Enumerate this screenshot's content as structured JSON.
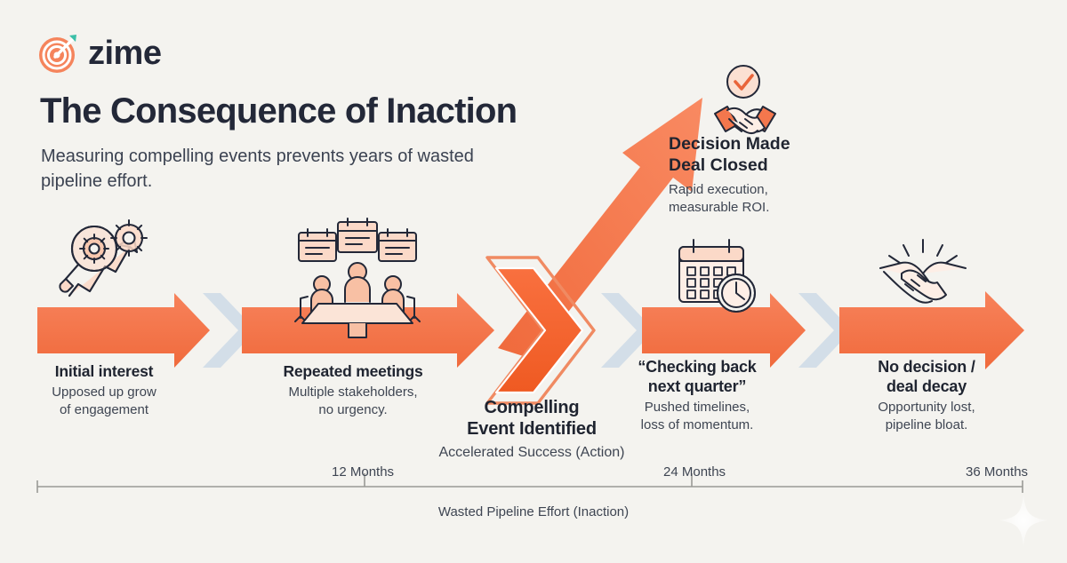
{
  "brand": {
    "name": "zime",
    "logo_icon": "bullseye-target-icon",
    "accent": "#f4774d",
    "accent_dark": "#f2602a",
    "accent_light": "#fbd9c8",
    "teal": "#3bbfa8",
    "ink": "#232838",
    "background": "#f4f3ef",
    "separator": "#d3dee8"
  },
  "header": {
    "title": "The Consequence of Inaction",
    "subtitle": "Measuring compelling events prevents years of wasted pipeline effort."
  },
  "stages": [
    {
      "id": "initial-interest",
      "title": "Initial interest",
      "description": "Upposed up grow\nof engagement",
      "desc_line_1": "Upposed up grow",
      "desc_line_2": "of engagement",
      "icon": "magnifier-gears-growth-arrow-icon"
    },
    {
      "id": "repeated-meetings",
      "title": "Repeated meetings",
      "description": "Multiple stakeholders,\nno urgency.",
      "desc_line_1": "Multiple stakeholders,",
      "desc_line_2": "no urgency.",
      "icon": "meeting-table-calendars-icon"
    },
    {
      "id": "compelling-event",
      "title_line_1": "Compelling",
      "title_line_2": "Event Identified",
      "title": "Compelling Event Identified",
      "description": "Accelerated Success (Action)",
      "icon": "double-chevron-icon"
    },
    {
      "id": "checking-back",
      "title_line_1": "“Checking back",
      "title_line_2": "next quarter”",
      "title": "“Checking back next quarter”",
      "description": "Pushed timelines,\nloss of momentum.",
      "desc_line_1": "Pushed timelines,",
      "desc_line_2": "loss of momentum.",
      "icon": "calendar-clock-icon"
    },
    {
      "id": "no-decision",
      "title_line_1": "No decision /",
      "title_line_2": "deal decay",
      "title": "No decision / deal decay",
      "description": "Opportunity lost,\npipeline bloat.",
      "desc_line_1": "Opportunity lost,",
      "desc_line_2": "pipeline bloat.",
      "icon": "broken-handshake-icon"
    }
  ],
  "success_branch": {
    "id": "decision-made-deal-closed",
    "title_line_1": "Decision Made",
    "title_line_2": "Deal Closed",
    "title": "Decision Made Deal Closed",
    "desc_line_1": "Rapid execution,",
    "desc_line_2": "measurable ROI.",
    "description": "Rapid execution, measurable ROI.",
    "icon": "handshake-check-icon",
    "arrow_icon": "diagonal-up-arrow-icon"
  },
  "axis": {
    "ticks": [
      {
        "label": "12 Months",
        "value": 12
      },
      {
        "label": "24 Months",
        "value": 24
      },
      {
        "label": "36 Months",
        "value": 36
      }
    ],
    "caption": "Wasted Pipeline Effort (Inaction)"
  },
  "decoration": {
    "sparkle_icon": "four-point-star-icon"
  }
}
